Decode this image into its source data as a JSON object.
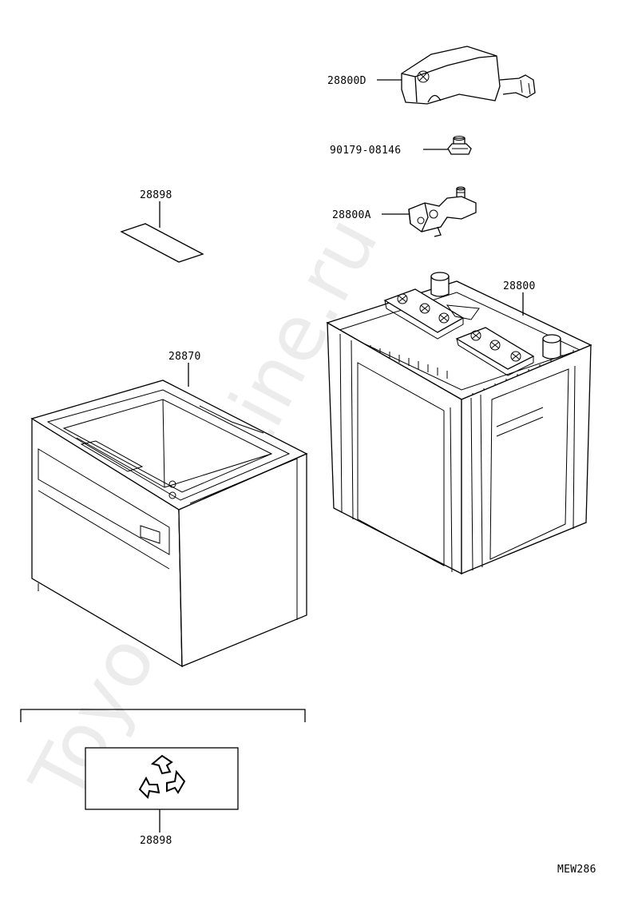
{
  "labels": {
    "cover": "28800D",
    "nut": "90179-08146",
    "clamp": "28800A",
    "battery": "28800",
    "sticker_top": "28898",
    "tray": "28870",
    "sticker_bottom": "28898",
    "code": "MEW286"
  },
  "watermark": "ToyotaCarLine.ru",
  "icons": {
    "recycle": "recycle-icon"
  }
}
